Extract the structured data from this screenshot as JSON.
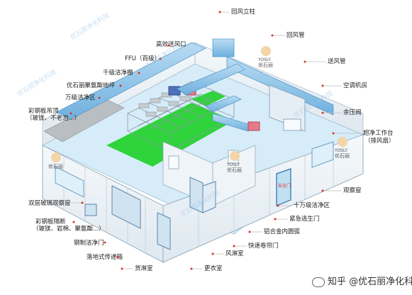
{
  "labels": {
    "l1": "回风立柱",
    "l2": "回风管",
    "l3": "高效送风口",
    "l4": "FFU（百级）",
    "l5": "送风管",
    "l6": "千级洁净棚",
    "l7": "优石丽聚氨酯地坪",
    "l8": "空调机房",
    "l9": "万级洁净区",
    "l10": "彩钢板吊顶",
    "l11": "（玻镁、不老泡...）",
    "l12": "余压阀",
    "l13": "超净工作台",
    "l14": "（排风扇）",
    "l15": "观察窗",
    "l16": "双层玻璃观察窗",
    "l17": "十万级洁净区",
    "l18": "彩钢板隔断",
    "l19": "（玻镁、岩棉、聚氨酯...）",
    "l20": "紧急逃生门",
    "l21": "铝合金内圆弧",
    "l22": "钢制洁净门",
    "l23": "快速卷帘门",
    "l24": "落地式传递箱",
    "l25": "风淋室",
    "l26": "货淋室",
    "l27": "更衣室"
  },
  "logo": {
    "brand": "YOSLY",
    "name": "优石丽"
  },
  "door_sign": "安全门",
  "watermark": "优石丽净化科技",
  "footer": "知乎 @优石丽净化科技"
}
